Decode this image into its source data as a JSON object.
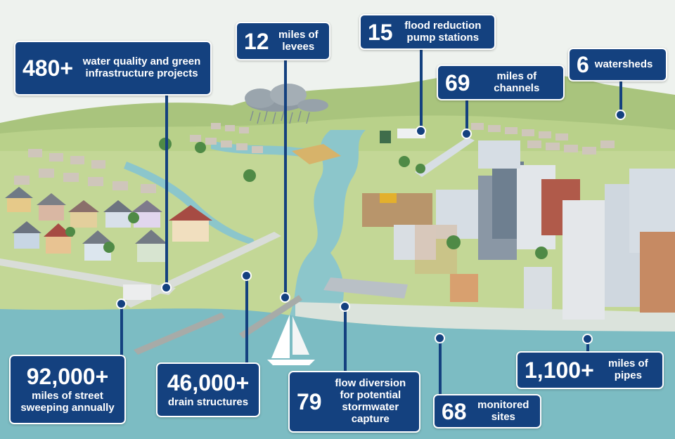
{
  "colors": {
    "callout_bg": "#14417f",
    "callout_text": "#ffffff",
    "water": "#7fbfc6",
    "land": "#b8cf86",
    "hills": "#a8c27a"
  },
  "callouts": {
    "projects": {
      "number": "480+",
      "label": "water quality and green infrastructure projects"
    },
    "levees": {
      "number": "12",
      "label": "miles of levees"
    },
    "pumps": {
      "number": "15",
      "label": "flood reduction pump stations"
    },
    "channels": {
      "number": "69",
      "label": "miles of channels"
    },
    "watersheds": {
      "number": "6",
      "label": "watersheds"
    },
    "sweeping": {
      "number": "92,000+",
      "label": "miles of street sweeping annually"
    },
    "drains": {
      "number": "46,000+",
      "label": "drain structures"
    },
    "diversion": {
      "number": "79",
      "label": "flow diversion for potential stormwater capture"
    },
    "monitored": {
      "number": "68",
      "label": "monitored sites"
    },
    "pipes": {
      "number": "1,100+",
      "label": "miles of pipes"
    }
  }
}
